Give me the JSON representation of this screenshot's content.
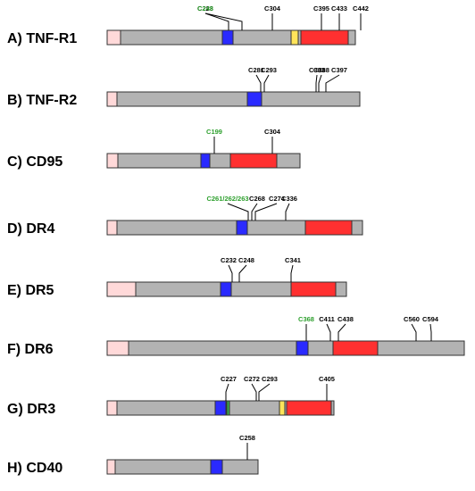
{
  "colors": {
    "signal": "#ffd9d9",
    "chain": "#b3b3b3",
    "transmembrane": "#2a2aff",
    "death_domain": "#ff3030",
    "yellow_band": "#ffe45a",
    "green_band": "#3fae49",
    "palmitoylated_label": "#2ea02e",
    "default_label": "#000000"
  },
  "rows": [
    {
      "label": "A) TNF-R1",
      "cysteines": [
        {
          "text": "C223",
          "color": "default"
        },
        {
          "text": "C248",
          "color": "green"
        },
        {
          "text": "C304",
          "color": "default"
        },
        {
          "text": "C395",
          "color": "default"
        },
        {
          "text": "C433",
          "color": "default"
        },
        {
          "text": "C442",
          "color": "default"
        }
      ]
    },
    {
      "label": "B) TNF-R2",
      "cysteines": [
        {
          "text": "C281",
          "color": "default"
        },
        {
          "text": "C293",
          "color": "default"
        },
        {
          "text": "C383",
          "color": "default"
        },
        {
          "text": "C388",
          "color": "default"
        },
        {
          "text": "C397",
          "color": "default"
        }
      ]
    },
    {
      "label": "C) CD95",
      "cysteines": [
        {
          "text": "C199",
          "color": "green"
        },
        {
          "text": "C304",
          "color": "default"
        }
      ]
    },
    {
      "label": "D) DR4",
      "cysteines": [
        {
          "text": "C261/262/263",
          "color": "green"
        },
        {
          "text": "C268",
          "color": "default"
        },
        {
          "text": "C274",
          "color": "default"
        },
        {
          "text": "C336",
          "color": "default"
        }
      ]
    },
    {
      "label": "E) DR5",
      "cysteines": [
        {
          "text": "C232",
          "color": "default"
        },
        {
          "text": "C248",
          "color": "default"
        },
        {
          "text": "C341",
          "color": "default"
        }
      ]
    },
    {
      "label": "F) DR6",
      "cysteines": [
        {
          "text": "C368",
          "color": "green"
        },
        {
          "text": "C411",
          "color": "default"
        },
        {
          "text": "C438",
          "color": "default"
        },
        {
          "text": "C560",
          "color": "default"
        },
        {
          "text": "C594",
          "color": "default"
        }
      ]
    },
    {
      "label": "G) DR3",
      "cysteines": [
        {
          "text": "C227",
          "color": "default"
        },
        {
          "text": "C272",
          "color": "default"
        },
        {
          "text": "C293",
          "color": "default"
        },
        {
          "text": "C405",
          "color": "default"
        }
      ]
    },
    {
      "label": "H) CD40",
      "cysteines": [
        {
          "text": "C258",
          "color": "default"
        }
      ]
    }
  ]
}
